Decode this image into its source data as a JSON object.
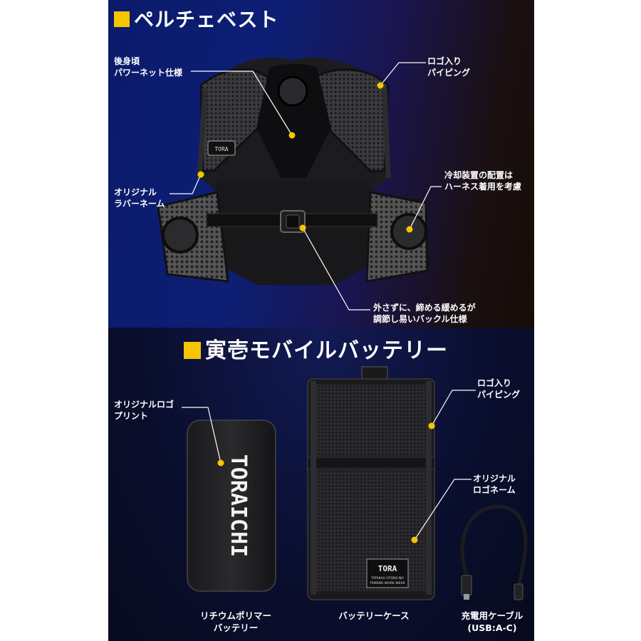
{
  "vest": {
    "heading": "ペルチェベスト",
    "callouts": {
      "back_net": "後身頃\nパワーネット仕様",
      "logo_piping": "ロゴ入り\nパイピング",
      "rubber_name": "オリジナル\nラバーネーム",
      "cooling": "冷却装置の配置は\nハーネス着用を考慮",
      "buckle": "外さずに、締める緩めるが\n調節し易いバックル仕様"
    },
    "tag_text": "TORA"
  },
  "battery": {
    "heading": "寅壱モバイルバッテリー",
    "callouts": {
      "logo_print": "オリジナルロゴ\nプリント",
      "logo_piping": "ロゴ入り\nパイピング",
      "logo_name": "オリジナル\nロゴネーム"
    },
    "captions": {
      "battery": "リチウムポリマー\nバッテリー",
      "case": "バッテリーケース",
      "cable": "充電用ケーブル\n(USB:A-C)"
    },
    "brand_text": "TORAICHI",
    "case_tag": {
      "logo": "TORA",
      "line1": "TATAKAU OTOKO NO",
      "line2": "TAMENO WORK WEAR"
    }
  },
  "colors": {
    "accent": "#f5c500",
    "panel_dark": "#0a0f30",
    "vest_navy": "#0d1f75"
  }
}
